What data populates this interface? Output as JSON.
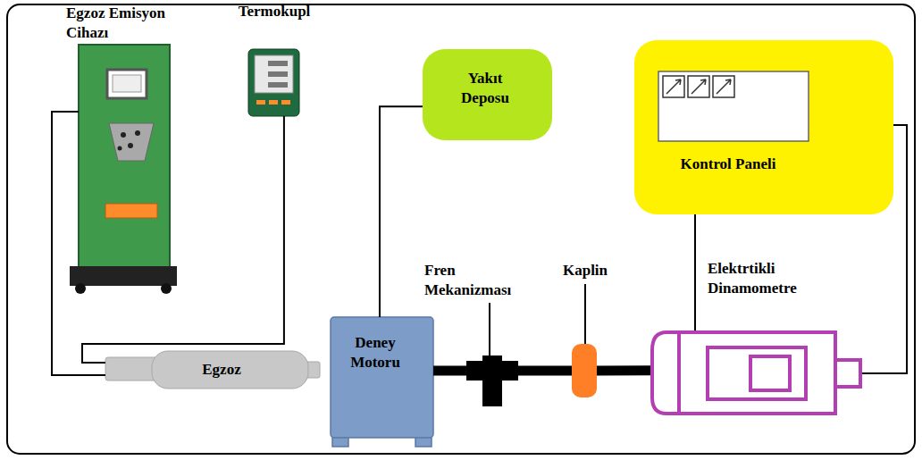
{
  "diagram": {
    "nodes": [
      {
        "text": [
          "Egzoz Emisyon Cihazı"
        ]
      },
      {
        "text": [
          "Termokupl"
        ]
      },
      {
        "text": [
          "Yakıt Deposu"
        ]
      },
      {
        "text": [
          "Kontrol Paneli"
        ]
      },
      {
        "text": [
          "Egzoz"
        ]
      },
      {
        "text": [
          "Deney Motoru"
        ]
      },
      {
        "text": [
          "Fren Mekanizması"
        ]
      },
      {
        "text": [
          "Kaplin"
        ]
      },
      {
        "text": [
          "Elektrtikli Dinamometre"
        ]
      }
    ],
    "edges": [
      {
        "from": 0,
        "to": 4,
        "arrow": "none"
      },
      {
        "from": 1,
        "to": 4,
        "arrow": "none"
      },
      {
        "from": 2,
        "to": 5,
        "arrow": "none"
      },
      {
        "from": 3,
        "to": 8,
        "arrow": "none"
      },
      {
        "from": 3,
        "to": 8,
        "arrow": "none"
      },
      {
        "from": 5,
        "to": 6,
        "arrow": "none"
      },
      {
        "from": 6,
        "to": 7,
        "arrow": "none"
      },
      {
        "from": 7,
        "to": 8,
        "arrow": "none"
      }
    ]
  }
}
